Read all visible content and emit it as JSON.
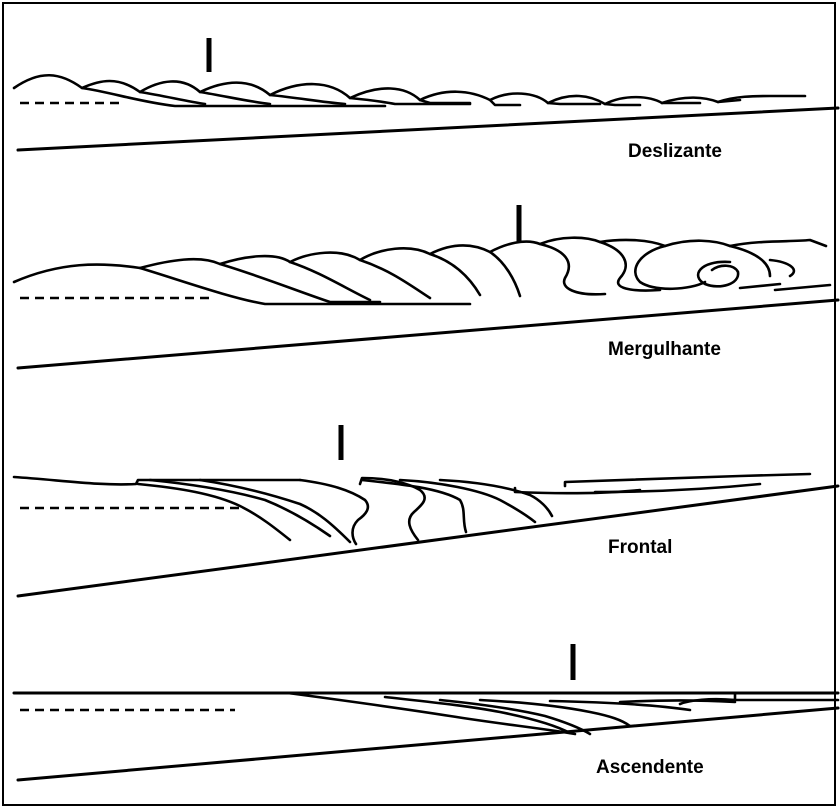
{
  "panels": [
    {
      "id": "deslizante",
      "label": "Deslizante"
    },
    {
      "id": "mergulhante",
      "label": "Mergulhante"
    },
    {
      "id": "frontal",
      "label": "Frontal"
    },
    {
      "id": "ascendente",
      "label": "Ascendente"
    }
  ]
}
